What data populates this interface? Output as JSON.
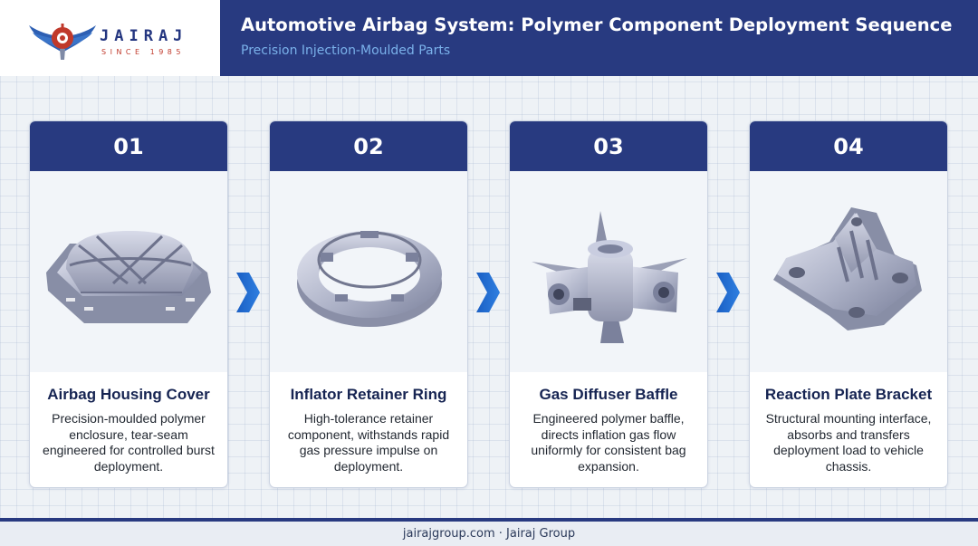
{
  "brand": {
    "name": "JAIRAJ",
    "since": "SINCE 1985"
  },
  "header": {
    "title": "Automotive Airbag System: Polymer Component Deployment Sequence",
    "subtitle": "Precision Injection-Moulded Parts"
  },
  "steps": [
    {
      "number": "01",
      "title": "Airbag Housing Cover",
      "description": "Precision-moulded polymer enclosure, tear-seam engineered for controlled burst deployment."
    },
    {
      "number": "02",
      "title": "Inflator Retainer Ring",
      "description": "High-tolerance retainer component, withstands rapid gas pressure impulse on deployment."
    },
    {
      "number": "03",
      "title": "Gas Diffuser Baffle",
      "description": "Engineered polymer baffle, directs inflation gas flow uniformly for consistent bag expansion."
    },
    {
      "number": "04",
      "title": "Reaction Plate Bracket",
      "description": "Structural mounting interface, absorbs and transfers deployment load to vehicle chassis."
    }
  ],
  "footer": {
    "text": "jairajgroup.com · Jairaj Group"
  },
  "colors": {
    "navy": "#283a80",
    "accent_blue": "#1f66c8",
    "subtitle_blue": "#7ab1ea",
    "brand_red": "#c0392b"
  }
}
